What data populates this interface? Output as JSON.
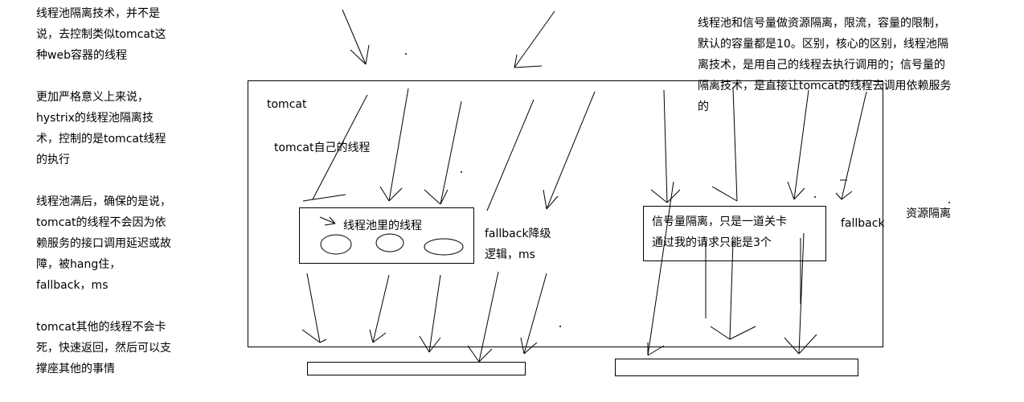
{
  "left_notes": [
    "线程池隔离技术，并不是\n说，去控制类似tomcat这\n种web容器的线程",
    "更加严格意义上来说，\nhystrix的线程池隔离技\n术，控制的是tomcat线程\n的执行",
    "线程池满后，确保的是说，\ntomcat的线程不会因为依\n赖服务的接口调用延迟或故\n障，被hang住，\nfallback，ms",
    "tomcat其他的线程不会卡\n死，快速返回，然后可以支\n撑座其他的事情"
  ],
  "right_note": "线程池和信号量做资源隔离，限流，容量的限制，\n默认的容量都是10。区别，核心的区别，线程池隔\n离技术，是用自己的线程去执行调用的；信号量的\n隔离技术，是直接让tomcat的线程去调用依赖服务\n的",
  "tomcat": {
    "title": "tomcat",
    "own_threads": "tomcat自己的线程"
  },
  "thread_pool": {
    "label": "线程池里的线程"
  },
  "fallback_left": "fallback降级\n逻辑，ms",
  "semaphore": {
    "line1": "信号量隔离，只是一道关卡",
    "line2": "通过我的请求只能是3个"
  },
  "fallback_right": "fallback",
  "resource_isolation": "资源隔离",
  "colors": {
    "ink": "#000000",
    "background": "#ffffff"
  }
}
